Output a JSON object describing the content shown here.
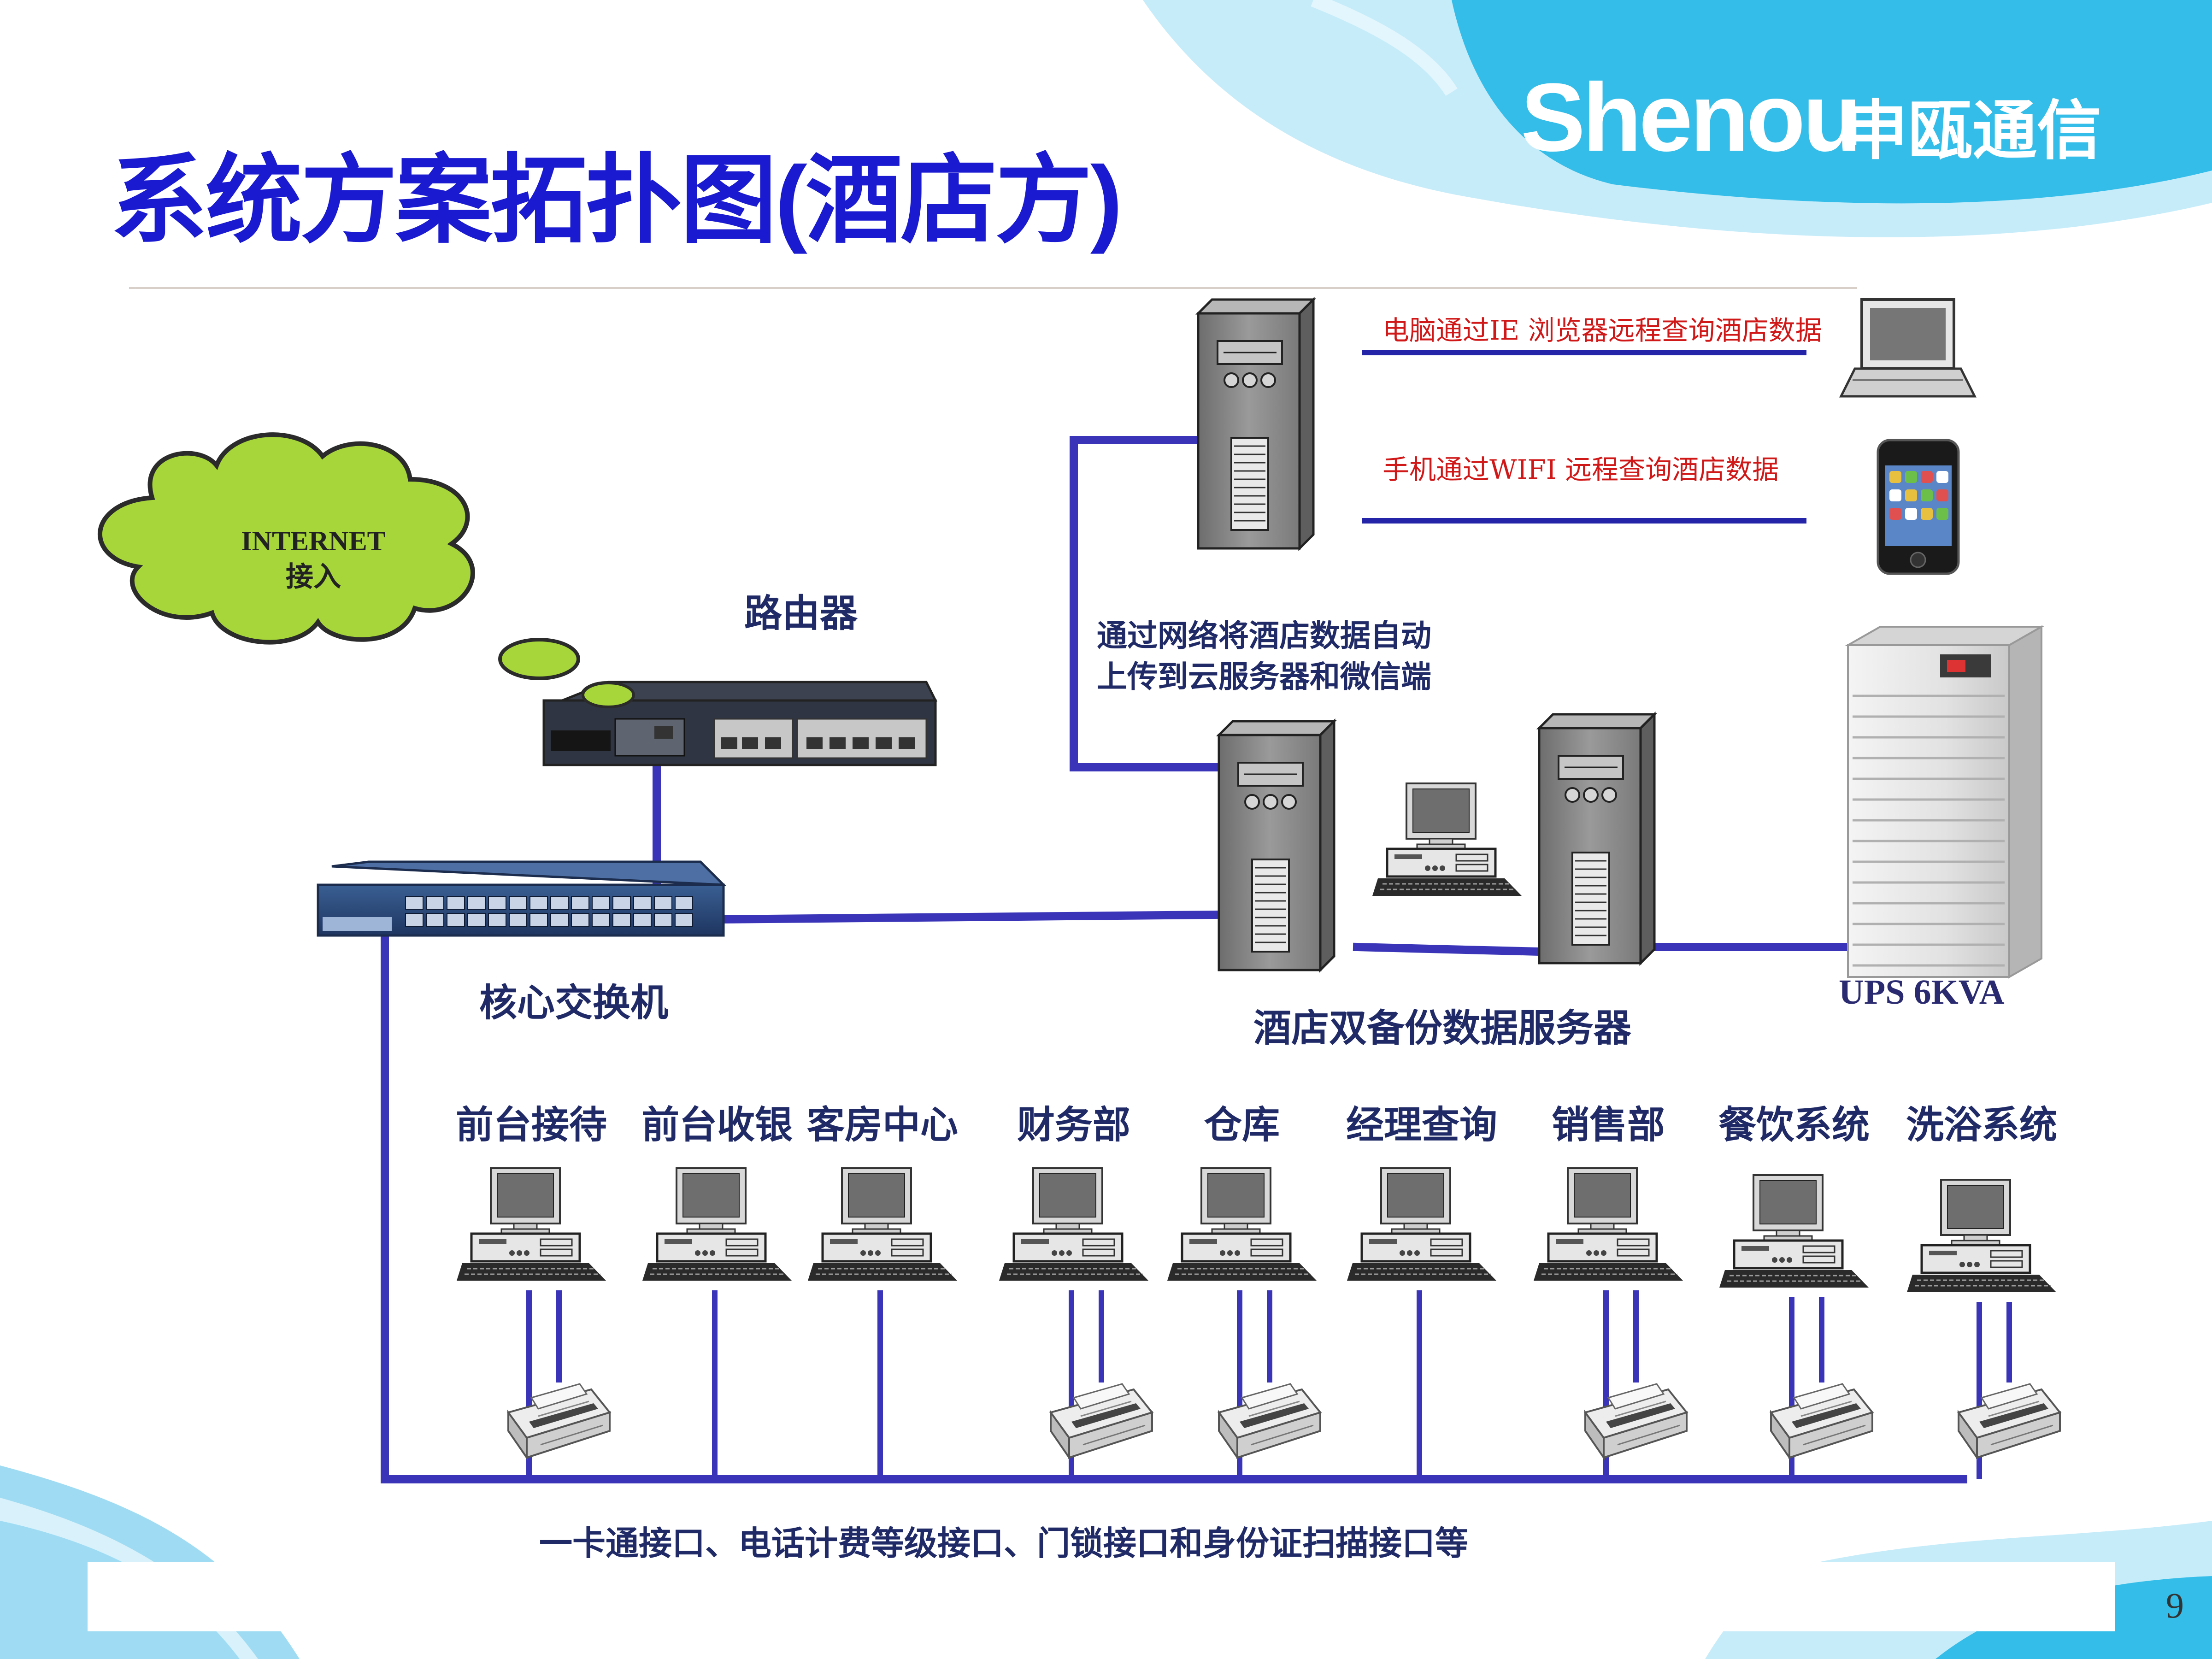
{
  "title": "系统方案拓扑图(酒店方)",
  "brand": {
    "name": "Shenou",
    "name_cn": "申瓯通信"
  },
  "cloud": {
    "line1": "INTERNET",
    "line2": "接入"
  },
  "labels": {
    "router": "路由器",
    "core_switch": "核心交换机",
    "server_pair": "酒店双备份数据服务器",
    "ups": "UPS 6KVA",
    "upload_line1": "通过网络将酒店数据自动",
    "upload_line2": "上传到云服务器和微信端",
    "remote_pc": "电脑通过IE 浏览器远程查询酒店数据",
    "remote_phone": "手机通过WIFI 远程查询酒店数据",
    "interfaces": "一卡通接口、电话计费等级接口、门锁接口和身份证扫描接口等"
  },
  "departments": [
    "前台接待",
    "前台收银",
    "客房中心",
    "财务部",
    "仓库",
    "经理查询",
    "销售部",
    "餐饮系统",
    "洗浴系统"
  ],
  "printers": [
    0,
    3,
    4,
    6,
    7,
    8
  ],
  "colors": {
    "title": "#1a1ad0",
    "link": "#3a35b8",
    "remote_link": "#2424a8",
    "red_text": "#d01818",
    "cloud": "#a6d63a",
    "brand_bg": "#33bde8"
  },
  "page_number": "9"
}
